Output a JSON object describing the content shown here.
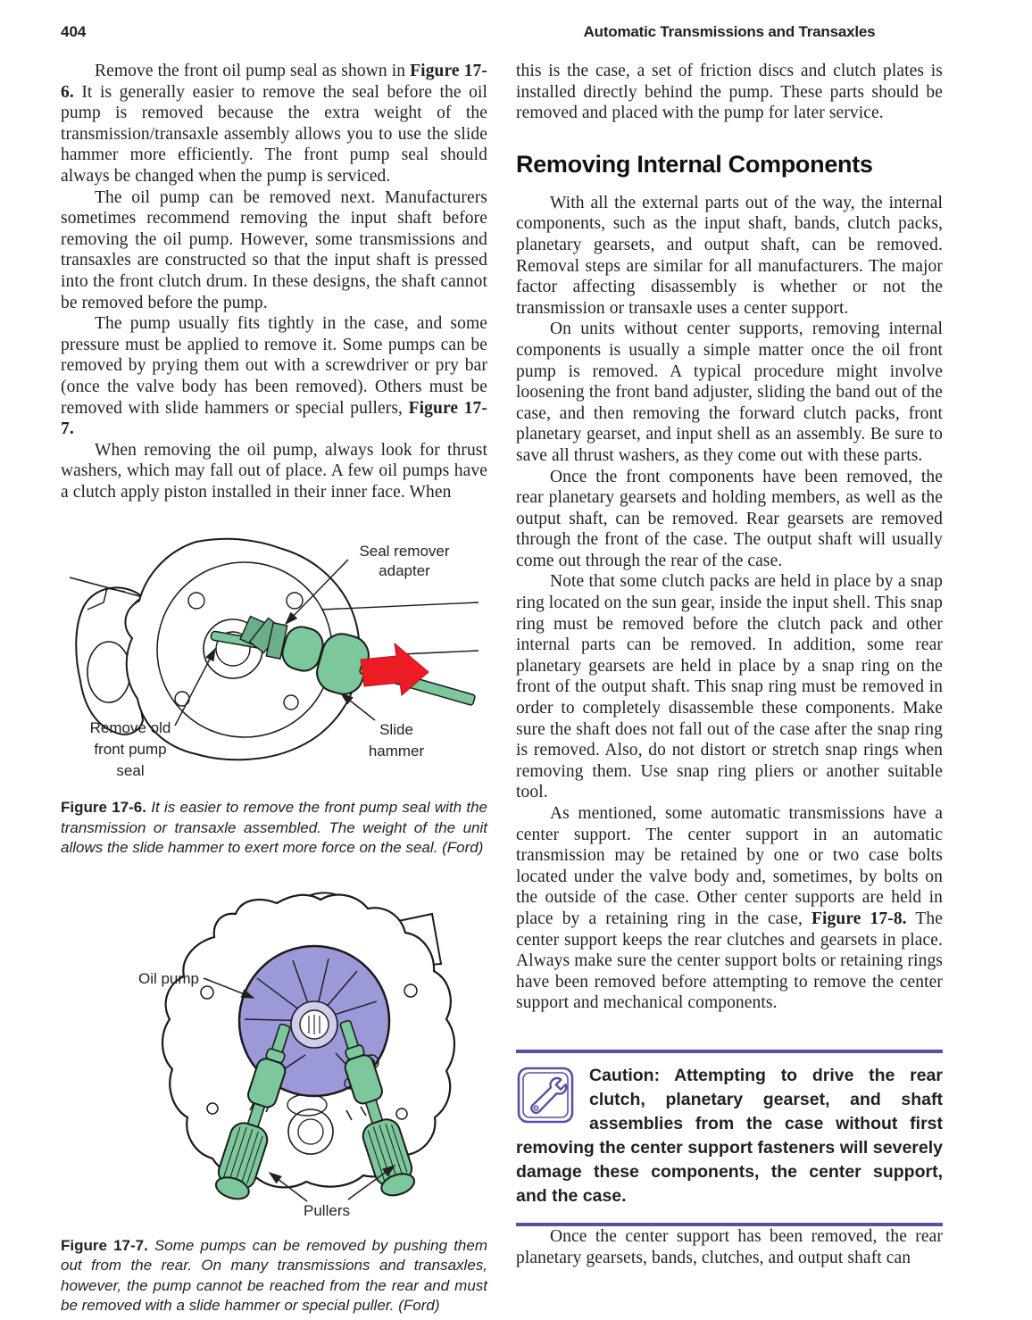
{
  "header": {
    "page_number": "404",
    "running_title": "Automatic Transmissions and Transaxles"
  },
  "left_column": {
    "p1": {
      "pre": "Remove the front oil pump seal as shown in ",
      "bold": "Figure 17-6.",
      "post": " It is generally easier to remove the seal before the oil pump is removed because the extra weight of the transmission/transaxle assembly allows you to use the slide hammer more efficiently. The front pump seal should always be changed when the pump is serviced."
    },
    "p2": "The oil pump can be removed next. Manufacturers sometimes recommend removing the input shaft before removing the oil pump. However, some transmissions and transaxles are constructed so that the input shaft is pressed into the front clutch drum. In these designs, the shaft cannot be removed before the pump.",
    "p3": {
      "pre": "The pump usually fits tightly in the case, and some pressure must be applied to remove it. Some pumps can be removed by prying them out with a screwdriver or pry bar (once the valve body has been removed). Others must be removed with slide hammers or special pullers, ",
      "bold": "Figure 17-7."
    },
    "p4": "When removing the oil pump, always look for thrust washers, which may fall out of place. A few oil pumps have a clutch apply piston installed in their inner face. When"
  },
  "figure_17_6": {
    "labels": {
      "seal_remover": [
        "Seal remover",
        "adapter"
      ],
      "remove_old": [
        "Remove old",
        "front pump",
        "seal"
      ],
      "slide_hammer": [
        "Slide",
        "hammer"
      ]
    },
    "caption": {
      "bold": "Figure 17-6.",
      "text": " It is easier to remove the front pump seal with the transmission or transaxle assembled. The weight of the unit allows the slide hammer to exert more force on the seal. (Ford)"
    }
  },
  "figure_17_7": {
    "labels": {
      "oil_pump": "Oil pump",
      "pullers": "Pullers"
    },
    "caption": {
      "bold": "Figure 17-7.",
      "text": " Some pumps can be removed by pushing them out from the rear. On many transmissions and transaxles, however, the pump cannot be reached from the rear and must be removed with a slide hammer or special puller. (Ford)"
    }
  },
  "right_column": {
    "p0": "this is the case, a set of friction discs and clutch plates is installed directly behind the pump. These parts should be removed and placed with the pump for later service.",
    "heading": "Removing Internal Components",
    "p1": "With all the external parts out of the way, the internal components, such as the input shaft, bands, clutch packs, planetary gearsets, and output shaft, can be removed. Removal steps are similar for all manufacturers. The major factor affecting disassembly is whether or not the transmission or transaxle uses a center support.",
    "p2": "On units without center supports, removing internal components is usually a simple matter once the oil front pump is removed. A typical procedure might involve loosening the front band adjuster, sliding the band out of the case, and then removing the forward clutch packs, front planetary gearset, and input shell as an assembly. Be sure to save all thrust washers, as they come out with these parts.",
    "p3": "Once the front components have been removed, the rear planetary gearsets and holding members, as well as the output shaft, can be removed. Rear gearsets are removed through the front of the case. The output shaft will usually come out through the rear of the case.",
    "p4": "Note that some clutch packs are held in place by a snap ring located on the sun gear, inside the input shell. This snap ring must be removed before the clutch pack and other internal parts can be removed. In addition, some rear planetary gearsets are held in place by a snap ring on the front of the output shaft. This snap ring must be removed in order to completely disassemble these components. Make sure the shaft does not fall out of the case after the snap ring is removed. Also, do not distort or stretch snap rings when removing them. Use snap ring pliers or another suitable tool.",
    "p5": {
      "pre": "As mentioned, some automatic transmissions have a center support. The center support in an automatic transmission may be retained by one or two case bolts located under the valve body and, sometimes, by bolts on the outside of the case. Other center supports are held in place by a retaining ring in the case, ",
      "bold": "Figure 17-8.",
      "post": " The center support keeps the rear clutches and gearsets in place. Always make sure the center support bolts or retaining rings have been removed before attempting to remove the center support and mechanical components."
    },
    "caution": "Caution: Attempting to drive the rear clutch, planetary gearset, and shaft assemblies from the case without first removing the center support fasteners will severely damage these components, the center support, and the case.",
    "p6": "Once the center support has been removed, the rear planetary gearsets, bands, clutches, and output shaft can"
  },
  "colors": {
    "tool_green": "#7cc79b",
    "pump_purple": "#9b99d8",
    "arrow_red": "#ed1c24",
    "caution_purple": "#5b4fa4",
    "text": "#231f20"
  }
}
